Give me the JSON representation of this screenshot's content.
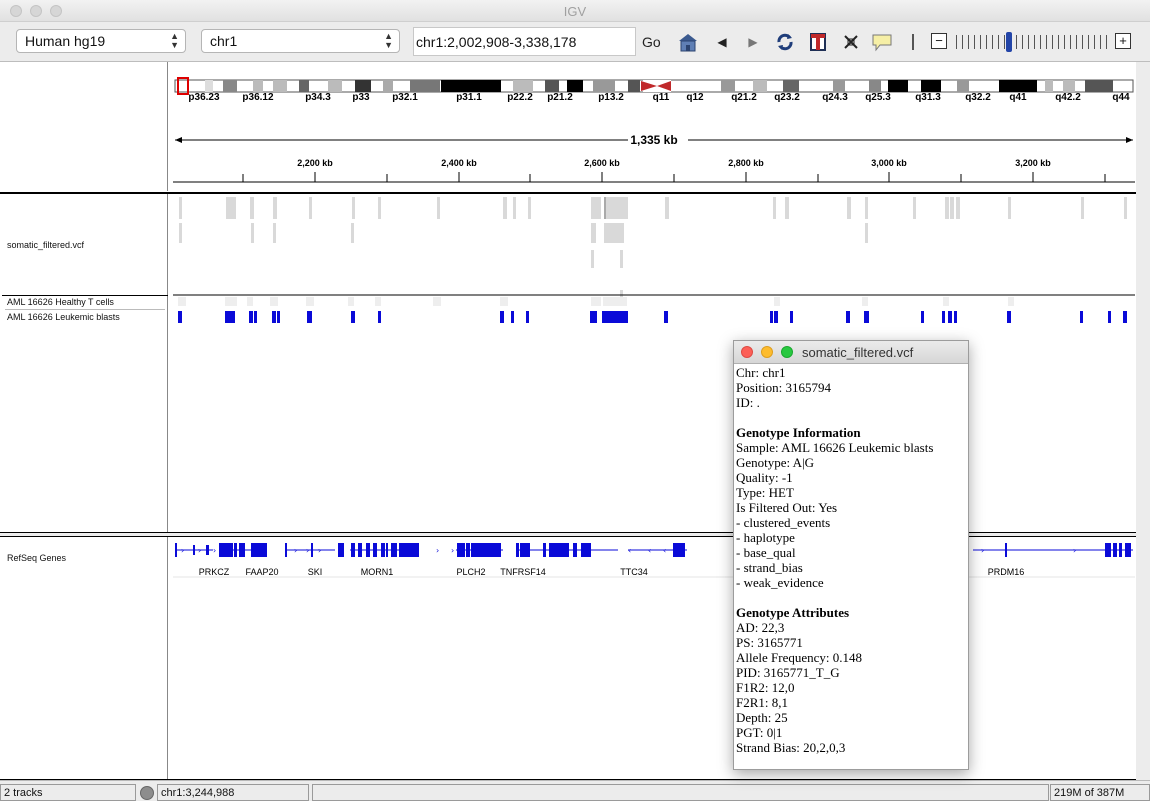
{
  "window": {
    "title": "IGV"
  },
  "toolbar": {
    "genome": "Human hg19",
    "chromosome": "chr1",
    "locus": "chr1:2,002,908-3,338,178",
    "go_label": "Go",
    "icons": [
      "home-icon",
      "back-icon",
      "forward-icon",
      "refresh-icon",
      "region-of-interest-icon",
      "resize-icon",
      "popup-text-icon",
      "ruler-icon"
    ],
    "zoom_minus": "−",
    "zoom_plus": "+"
  },
  "ideogram": {
    "bands": [
      "p36.23",
      "p36.12",
      "p34.3",
      "p33",
      "p32.1",
      "p31.1",
      "p22.2",
      "p21.2",
      "p13.2",
      "q11",
      "q12",
      "q21.2",
      "q23.2",
      "q24.3",
      "q25.3",
      "q31.3",
      "q32.2",
      "q41",
      "q42.2",
      "q44"
    ]
  },
  "ruler": {
    "span": "1,335 kb",
    "ticks": [
      "2,200 kb",
      "2,400 kb",
      "2,600 kb",
      "2,800 kb",
      "3,000 kb",
      "3,200 kb"
    ]
  },
  "tracks": {
    "vcf_name": "somatic_filtered.vcf",
    "sample1": "AML 16626 Healthy T cells",
    "sample2": "AML 16626 Leukemic blasts",
    "genes_track": "RefSeq Genes",
    "genes": [
      "PRKCZ",
      "FAAP20",
      "SKI",
      "MORN1",
      "PLCH2",
      "TNFRSF14",
      "TTC34",
      "PRDM16"
    ]
  },
  "status": {
    "tracks": "2 tracks",
    "position": "chr1:3,244,988",
    "memory": "219M of 387M"
  },
  "popup": {
    "title": "somatic_filtered.vcf",
    "chr": "Chr: chr1",
    "position": "Position: 3165794",
    "id": "ID: .",
    "genotype_header": "Genotype Information",
    "sample": "Sample: AML 16626 Leukemic blasts",
    "genotype": "Genotype: A|G",
    "quality": "Quality: -1",
    "type": "Type: HET",
    "filtered": "Is Filtered Out: Yes",
    "filters": [
      "- clustered_events",
      "- haplotype",
      "- base_qual",
      "- strand_bias",
      "- weak_evidence"
    ],
    "attributes_header": "Genotype Attributes",
    "attributes": [
      "AD: 22,3",
      "PS: 3165771",
      "Allele Frequency: 0.148",
      "PID: 3165771_T_G",
      "F1R2: 12,0",
      "F2R1: 8,1",
      "Depth: 25",
      "PGT: 0|1",
      "Strand Bias: 20,2,0,3"
    ]
  },
  "colors": {
    "variant_blue": "#0a0ad8",
    "gene_blue": "#0a0ad8",
    "variant_gray": "#d9d9d9"
  }
}
